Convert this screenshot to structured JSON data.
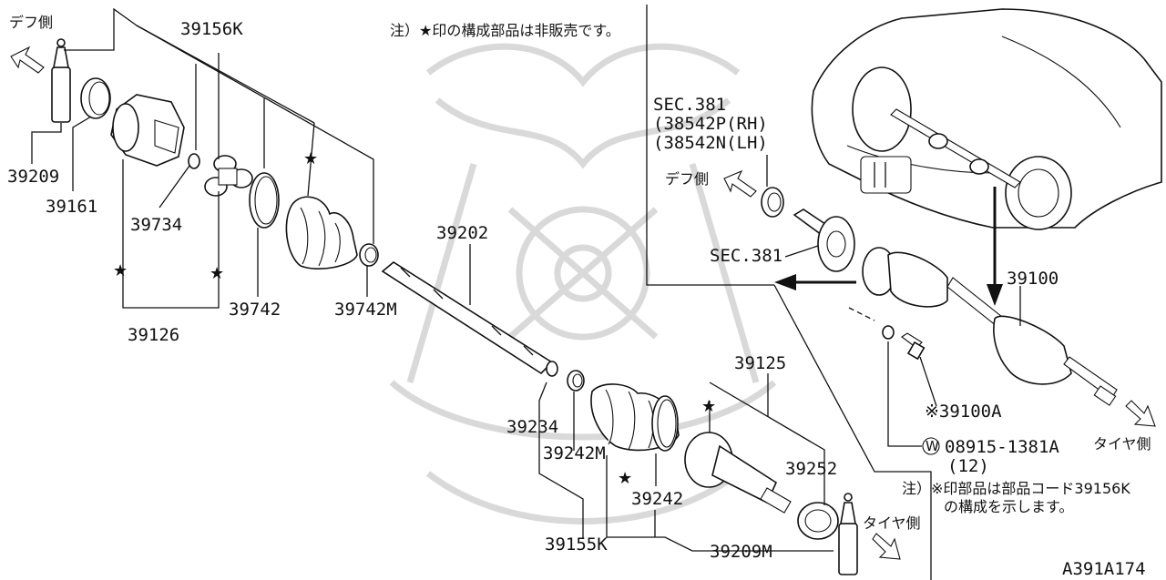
{
  "diagram": {
    "drawing_id": "A391A174",
    "notes": {
      "top": "注）★印の構成部品は非販売です。",
      "bottom_line1": "注）※印部品は部品コード39156K",
      "bottom_line2": "の構成を示します。"
    },
    "direction_labels": {
      "diff_side_top": "デフ側",
      "diff_side_inset": "デフ側",
      "tire_side_right": "タイヤ側",
      "tire_side_bottom": "タイヤ側"
    },
    "section_refs": {
      "sec_381_a": "SEC.381",
      "sec_381_rh": "(38542P(RH)",
      "sec_381_lh": "(38542N(LH)",
      "sec_381_b": "SEC.381"
    },
    "parts": {
      "p39156K": "39156K",
      "p39209": "39209",
      "p39161": "39161",
      "p39734": "39734",
      "p39742": "39742",
      "p39742M": "39742M",
      "p39126": "39126",
      "p39202": "39202",
      "p39234": "39234",
      "p39242M": "39242M",
      "p39242": "39242",
      "p39155K": "39155K",
      "p39125": "39125",
      "p39252": "39252",
      "p39209M": "39209M",
      "p39100": "39100",
      "p39100A": "※39100A",
      "p08915": "08915-1381A",
      "p08915_qty": "(12)",
      "washer_mark": "W"
    },
    "stars": [
      "★",
      "★",
      "★",
      "★",
      "★"
    ]
  }
}
